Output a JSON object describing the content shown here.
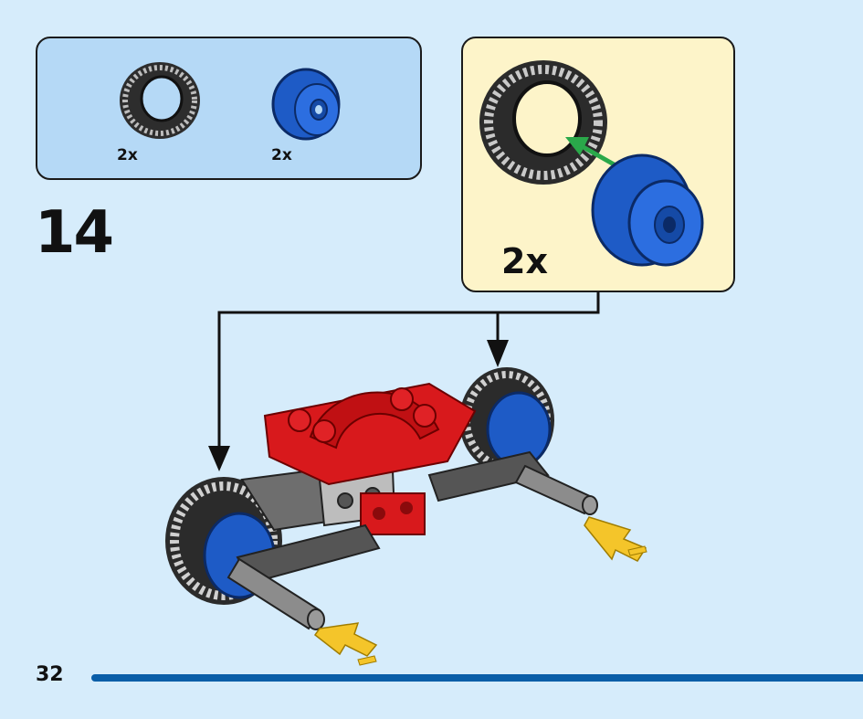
{
  "parts_list": {
    "items": [
      {
        "name": "tire",
        "color": "#4a4a4a",
        "qty": "2x"
      },
      {
        "name": "wheel-rim",
        "color": "#1e5bc6",
        "qty": "2x"
      }
    ]
  },
  "step": {
    "number": "14"
  },
  "callout": {
    "qty": "2x"
  },
  "page": {
    "number": "32"
  },
  "colors": {
    "background": "#d6ecfb",
    "parts_box": "#b5d9f6",
    "callout_box": "#fdf4c9",
    "brick_red": "#d8191c",
    "wheel_blue": "#1e5bc6",
    "tire_gray": "#3c3c3c",
    "axle_gray": "#8c8c8c",
    "push_arrow": "#f4c52a",
    "insert_arrow": "#2aa84a",
    "page_bar": "#0a5ea8"
  }
}
